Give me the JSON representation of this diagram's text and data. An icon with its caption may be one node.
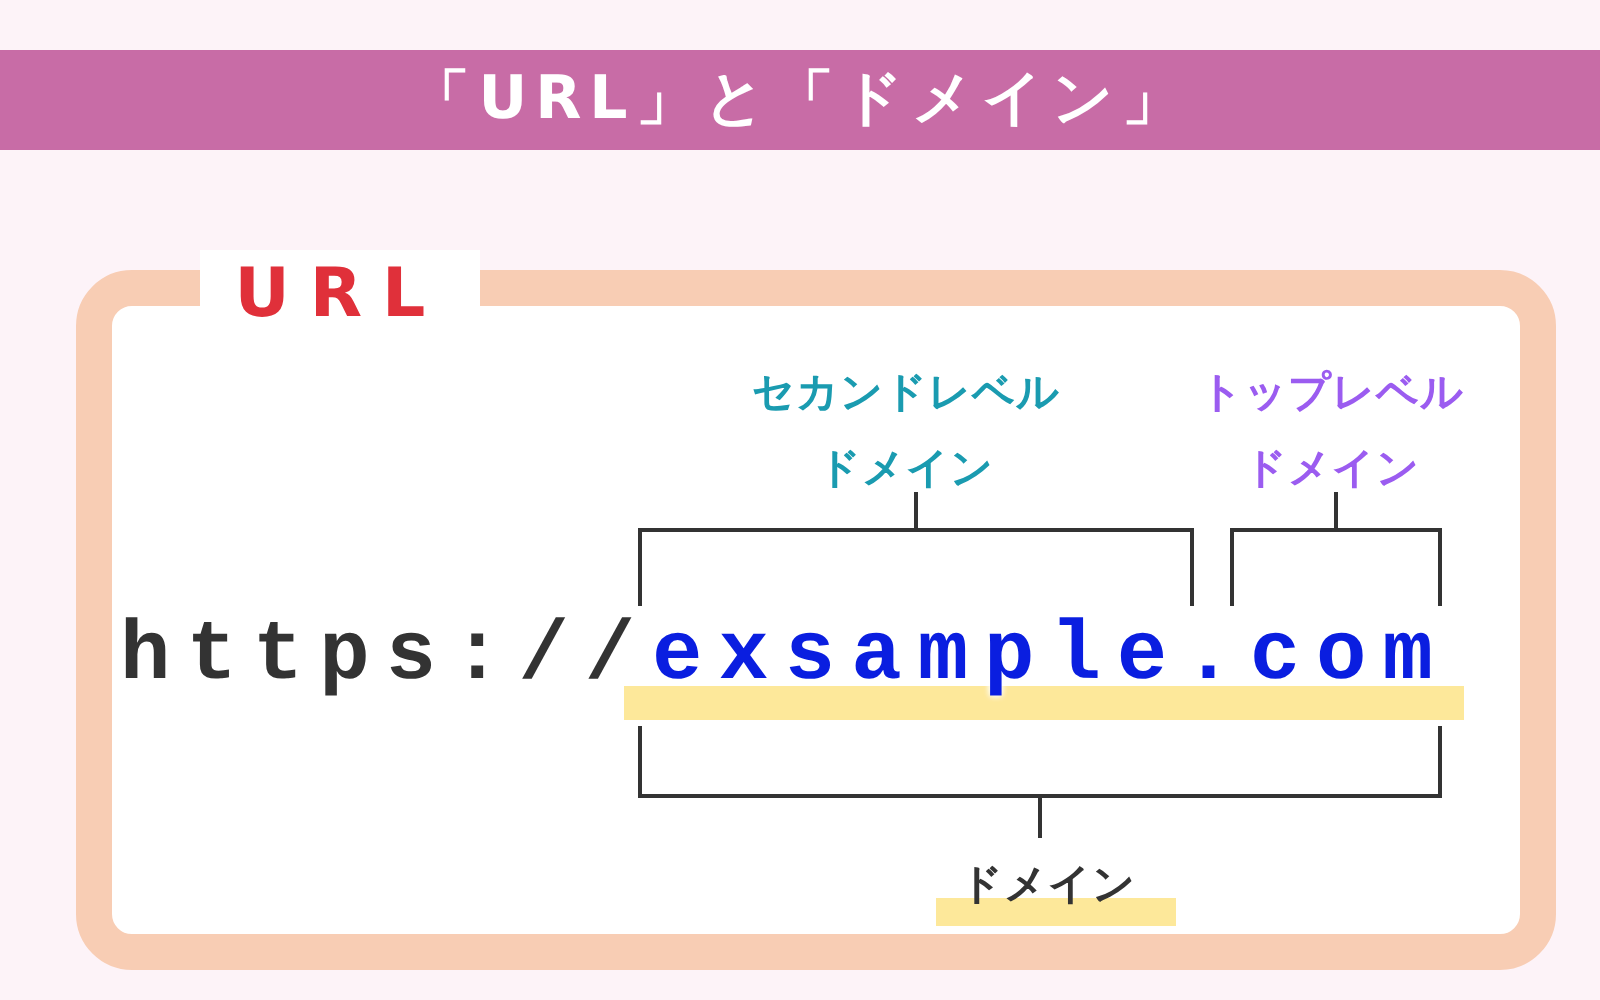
{
  "diagram": {
    "title": "「URL」と「ドメイン」",
    "nodes": [
      {
        "text": [
          "URL",
          "セカンドレベルドメイン",
          "トップレベルドメイン",
          "https://",
          "exsample.com",
          "ドメイン"
        ]
      }
    ]
  }
}
